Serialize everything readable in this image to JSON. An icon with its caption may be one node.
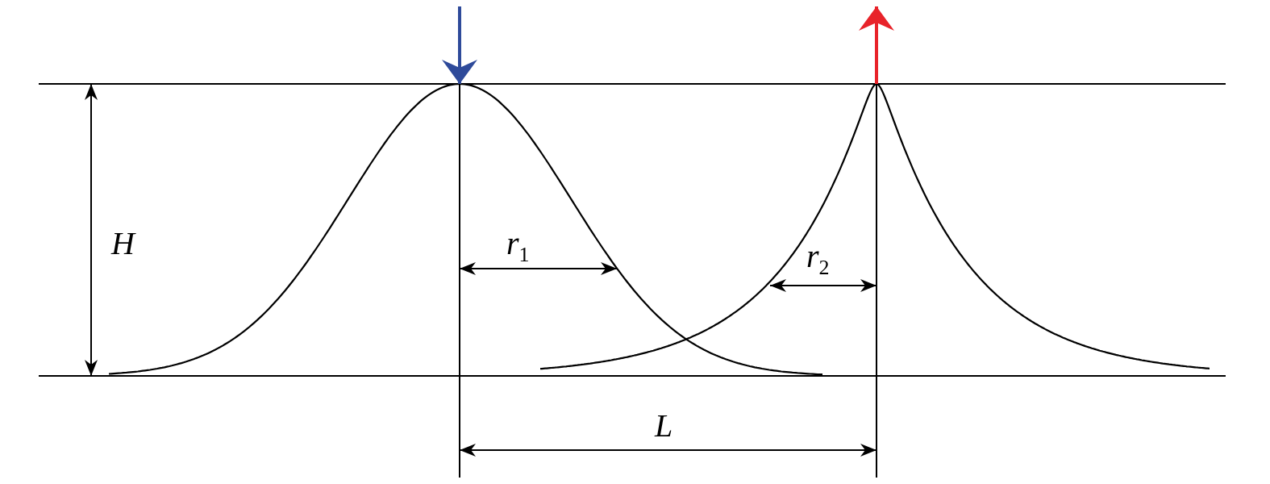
{
  "diagram": {
    "labels": [
      "H",
      "*r*$_{1}$",
      "*r*$_{2}$",
      "L"
    ]
  }
}
